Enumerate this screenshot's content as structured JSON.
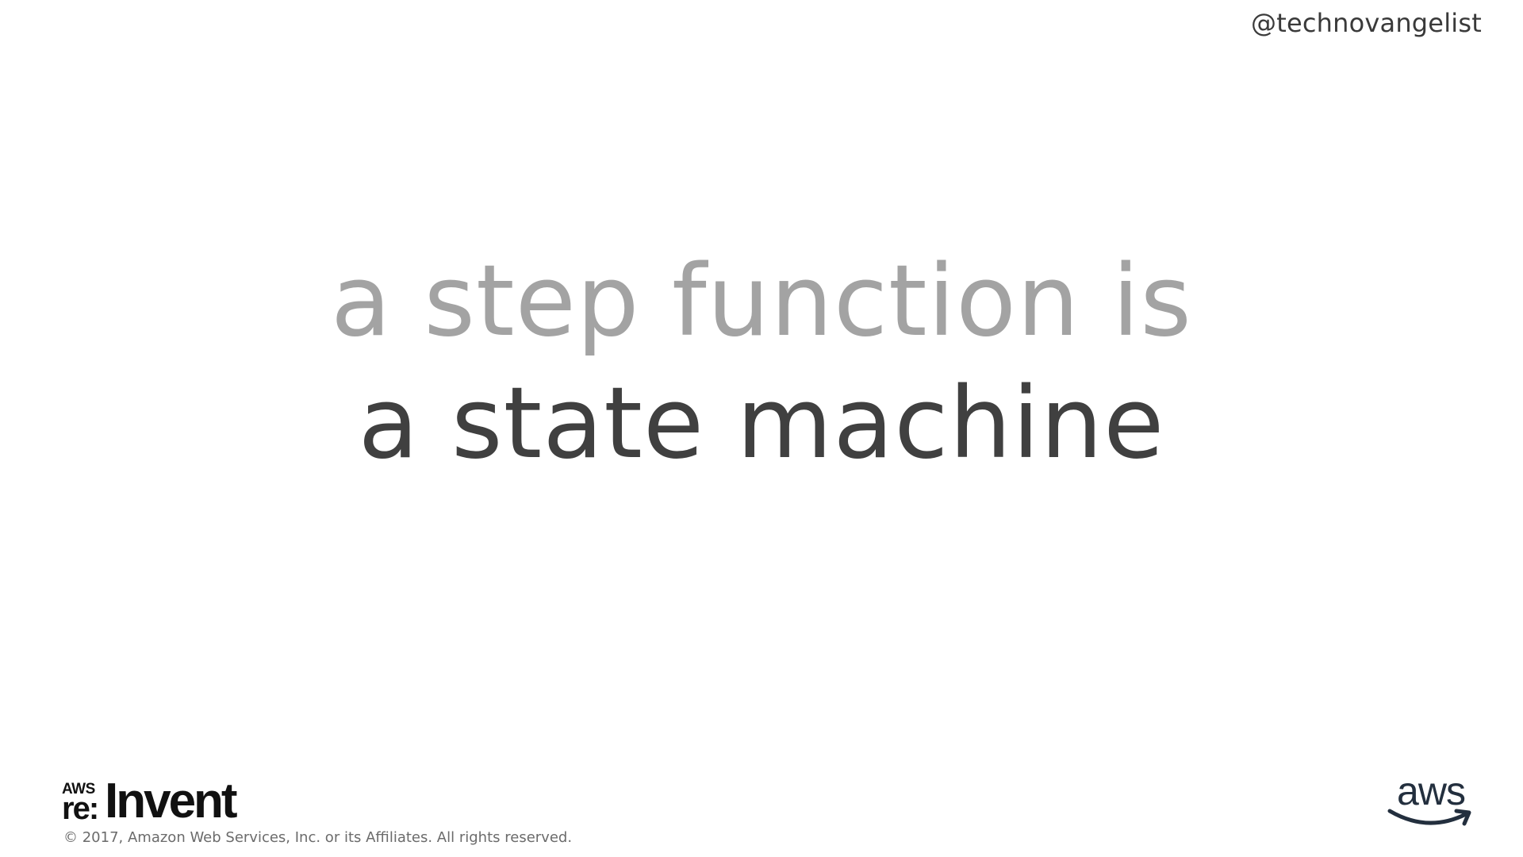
{
  "slide": {
    "handle": "@technovangelist",
    "headline_line1": "a step function is",
    "headline_line2": "a state machine",
    "footer": {
      "reinvent_logo": {
        "aws": "AWS",
        "re": "re:",
        "invent": "Invent"
      },
      "copyright": "© 2017, Amazon Web Services, Inc. or its Affiliates. All rights reserved.",
      "aws_logo": "aws"
    }
  },
  "colors": {
    "background": "#ffffff",
    "headline_muted": "#a3a3a3",
    "headline_dark": "#404040",
    "handle": "#3a3a3a",
    "copyright": "#6b6b6b",
    "logo": "#111111"
  },
  "icons": [
    "reinvent-logo",
    "aws-smile-logo"
  ]
}
